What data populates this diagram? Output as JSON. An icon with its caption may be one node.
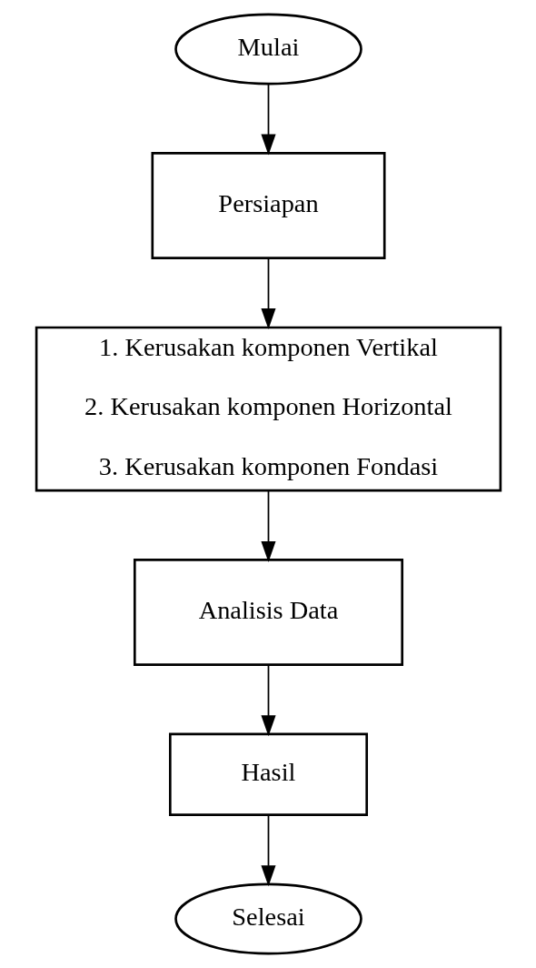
{
  "diagram": {
    "nodes": [
      {
        "text": [
          "Mulai"
        ]
      },
      {
        "text": [
          "Persiapan"
        ]
      },
      {
        "text": [
          "1. Kerusakan komponen Vertikal",
          "2. Kerusakan komponen Horizontal",
          "3. Kerusakan komponen Fondasi"
        ]
      },
      {
        "text": [
          "Analisis Data"
        ]
      },
      {
        "text": [
          "Hasil"
        ]
      },
      {
        "text": [
          "Selesai"
        ]
      }
    ],
    "edges": [
      {
        "from": 0,
        "to": 1,
        "arrow": "to"
      },
      {
        "from": 1,
        "to": 2,
        "arrow": "to"
      },
      {
        "from": 2,
        "to": 3,
        "arrow": "to"
      },
      {
        "from": 3,
        "to": 4,
        "arrow": "to"
      },
      {
        "from": 4,
        "to": 5,
        "arrow": "to"
      }
    ]
  }
}
